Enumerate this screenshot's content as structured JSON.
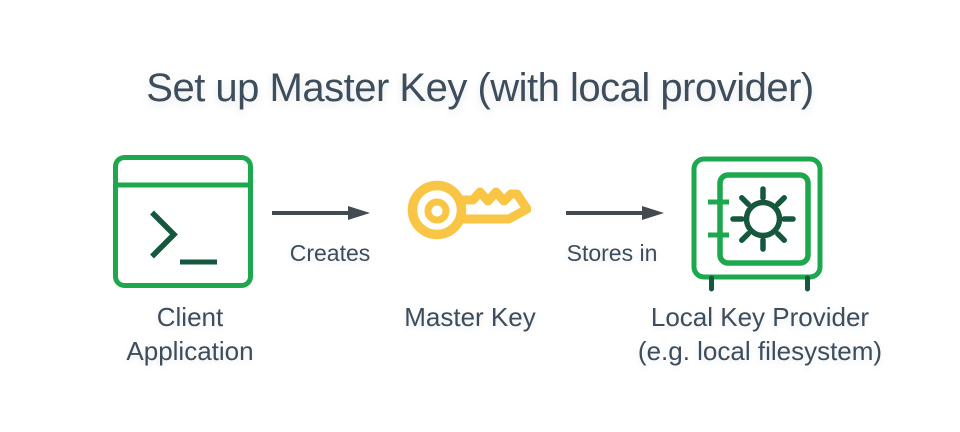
{
  "title": {
    "text": "Set up Master Key (with local provider)"
  },
  "colors": {
    "text": "#3e4d5b",
    "green-bright": "#1ea84e",
    "green-dark": "#15583e",
    "yellow": "#f8c544",
    "arrow": "#434a50",
    "background": "#ffffff"
  },
  "nodes": [
    {
      "id": "client-application",
      "icon": "terminal-window-icon",
      "label_lines": [
        "Client",
        "Application"
      ]
    },
    {
      "id": "master-key",
      "icon": "key-icon",
      "label_lines": [
        "Master Key"
      ]
    },
    {
      "id": "local-key-provider",
      "icon": "safe-icon",
      "label_lines": [
        "Local Key Provider",
        "(e.g. local filesystem)"
      ]
    }
  ],
  "edges": [
    {
      "from": "client-application",
      "to": "master-key",
      "label": "Creates"
    },
    {
      "from": "master-key",
      "to": "local-key-provider",
      "label": "Stores in"
    }
  ]
}
